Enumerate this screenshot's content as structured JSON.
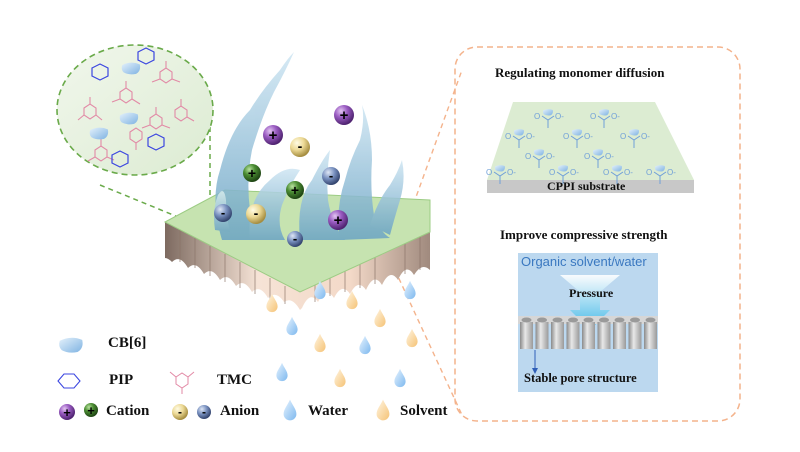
{
  "figure": {
    "right_panel": {
      "top_title": "Regulating monomer diffusion",
      "substrate_label": "CPPI substrate",
      "group_left_label": "O",
      "group_right_label": "O-",
      "bottom_title": "Improve compressive strength",
      "medium_label": "Organic solvent/water",
      "pressure_label": "Pressure",
      "pore_label": "Stable pore structure"
    },
    "legend": {
      "cb6": "CB[6]",
      "pip": "PIP",
      "tmc": "TMC",
      "cation": "Cation",
      "anion": "Anion",
      "water": "Water",
      "solvent": "Solvent",
      "plus_sign": "+",
      "minus_sign": "-"
    },
    "ions": {
      "plus_sign": "+",
      "minus_sign": "-"
    },
    "colors": {
      "green_dashed": "#6aaa4a",
      "orange_dashed": "#f4b38c",
      "membrane_top": "#c6e3b0",
      "pore_wall": "#f3d9c8",
      "cation_purple": "#8a4fb0",
      "cation_green": "#3d7a2a",
      "anion_yellow": "#e8d48a",
      "anion_blue": "#6f86b6",
      "water_drop": "#8ec3f0",
      "solvent_drop": "#f7cf8a",
      "tmc_pink": "#e28aa6",
      "pip_blue": "#3b46e0",
      "cb6_blue": "#8fc0ea"
    }
  }
}
